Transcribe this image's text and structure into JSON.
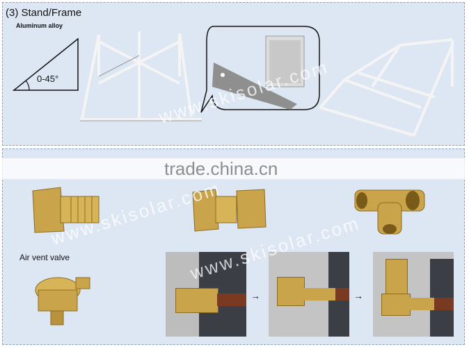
{
  "section": {
    "title": "(3) Stand/Frame",
    "subtitle": "Aluminum alloy",
    "angle": "0-45°"
  },
  "accessories": {
    "air_vent_label": "Air vent valve"
  },
  "watermarks": {
    "site": "www.skisolar.com",
    "banner": "trade.china.cn"
  },
  "arrows": {
    "step": "→"
  },
  "colors": {
    "panel_bg": "#dde6f3",
    "panel_border": "#8aa0c0",
    "brass": "#c9a44a",
    "frame_white": "#f2f2f2"
  }
}
